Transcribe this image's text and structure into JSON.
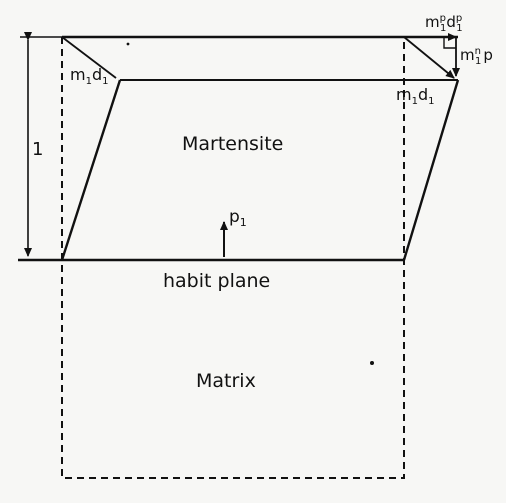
{
  "labels": {
    "martensite": "Martensite",
    "habit_plane": "habit plane",
    "matrix": "Matrix",
    "unit_height": "1",
    "p1": {
      "base": "p",
      "sub": "1"
    },
    "m1d1_left": {
      "m": "m",
      "m_sub": "1",
      "d": "d",
      "d_sub": "1"
    },
    "m1d1_right": {
      "m": "m",
      "m_sub": "1",
      "d": "d",
      "d_sub": "1"
    },
    "m1p_d1p": {
      "m": "m",
      "m_sub": "1",
      "m_sup": "p",
      "d": "d",
      "d_sub": "1",
      "d_sup": "p"
    },
    "m1n_p": {
      "m": "m",
      "m_sub": "1",
      "m_sup": "n",
      "p": "p"
    }
  },
  "colors": {
    "ink": "#111111",
    "paper": "#f7f7f5"
  }
}
